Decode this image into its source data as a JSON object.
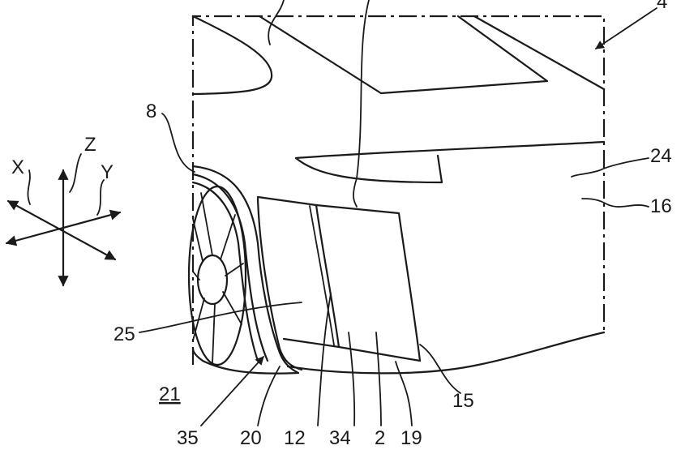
{
  "labels": {
    "ref_4": "4",
    "ref_8": "8",
    "ref_24": "24",
    "ref_16": "16",
    "ref_25": "25",
    "ref_21": "21",
    "ref_35": "35",
    "ref_20": "20",
    "ref_12": "12",
    "ref_34": "34",
    "ref_2": "2",
    "ref_19": "19",
    "ref_15": "15"
  },
  "axes": {
    "x": "X",
    "y": "Y",
    "z": "Z"
  }
}
